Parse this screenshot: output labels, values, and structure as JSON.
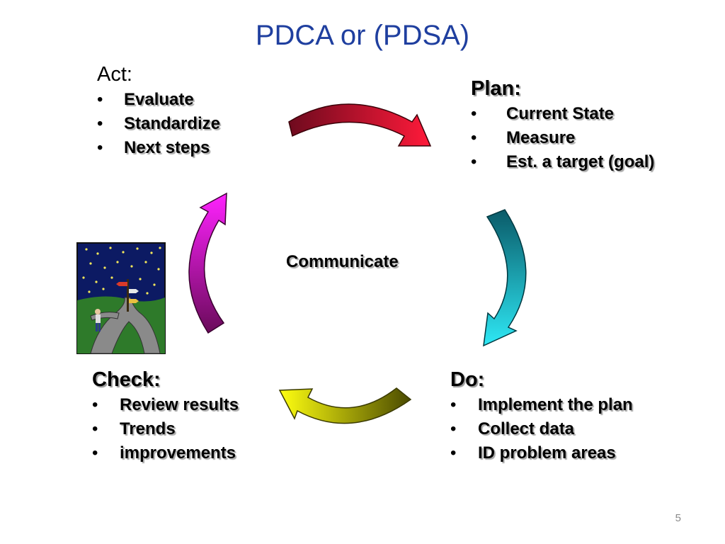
{
  "title": "PDCA or (PDSA)",
  "act": {
    "heading": "Act:",
    "items": [
      "Evaluate",
      "Standardize",
      "Next steps"
    ]
  },
  "plan": {
    "heading": "Plan:",
    "items": [
      "Current State",
      "Measure",
      "Est. a target (goal)"
    ]
  },
  "check": {
    "heading": "Check:",
    "items": [
      "Review results",
      "Trends",
      "improvements"
    ]
  },
  "do": {
    "heading": "Do:",
    "items": [
      "Implement the plan",
      "Collect data",
      "ID problem areas"
    ]
  },
  "center": "Communicate",
  "bullet": "•",
  "page_number": "5",
  "colors": {
    "title": "#1f3f9f",
    "arrow_plan": [
      "#6e0a1e",
      "#ff1a3a"
    ],
    "arrow_do": [
      "#0a5a68",
      "#2ee8f5"
    ],
    "arrow_check": [
      "#4a4a00",
      "#ffff10"
    ],
    "arrow_act": [
      "#6a0a5a",
      "#ff22ff"
    ]
  },
  "icons": {
    "clipart": "night-crossroads-signpost-clipart"
  }
}
